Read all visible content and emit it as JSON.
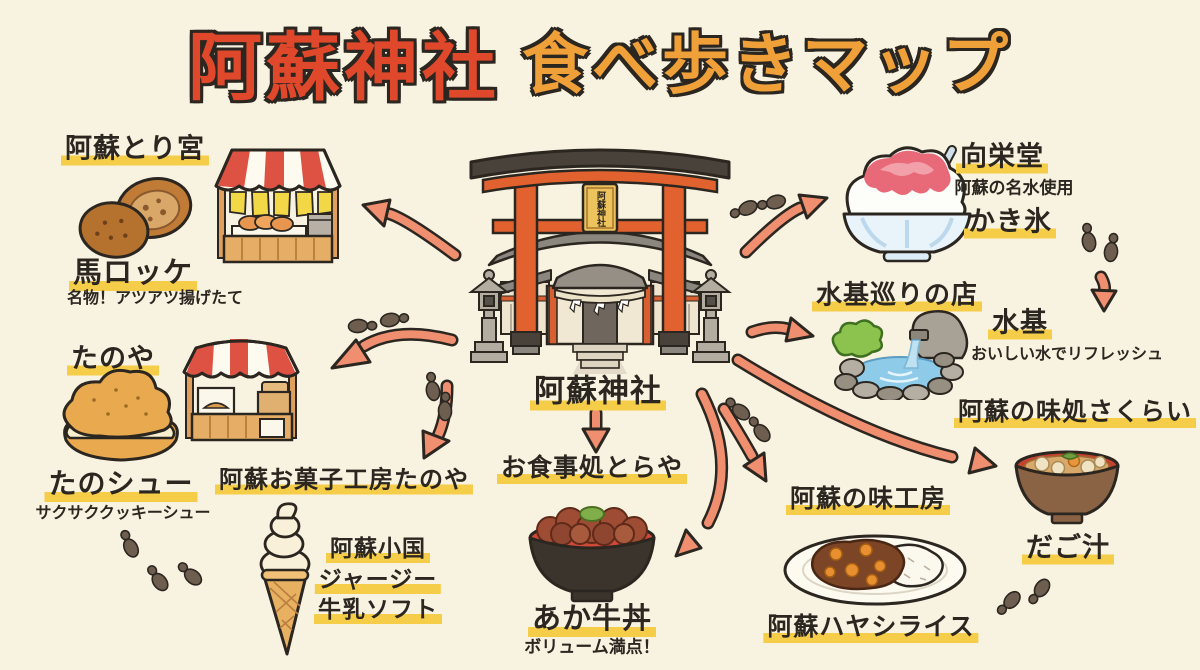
{
  "title": {
    "shrine": "阿蘇神社",
    "map": "食べ歩きマップ"
  },
  "shrine": {
    "label": "阿蘇神社",
    "plaque": "阿蘇神社"
  },
  "shops": {
    "torimiya": {
      "name": "阿蘇とり宮",
      "item": "馬ロッケ",
      "note": "名物！アツアツ揚げたて"
    },
    "tanoya": {
      "name": "たのや",
      "item": "たのシュー",
      "note": "サクサククッキーシュー"
    },
    "okashikobo": {
      "name": "阿蘇お菓子工房たのや",
      "line1": "阿蘇小国",
      "line2": "ジャージー",
      "line3": "牛乳ソフト"
    },
    "toraya": {
      "name": "お食事処とらや",
      "item": "あか牛丼",
      "note": "ボリューム満点！"
    },
    "koeido": {
      "name": "向栄堂",
      "note": "阿蘇の名水使用",
      "item": "かき氷"
    },
    "mizuki": {
      "name": "水基巡りの店",
      "item": "水基",
      "note": "おいしい水でリフレッシュ"
    },
    "sakurai": {
      "name": "阿蘇の味処さくらい",
      "item": "だご汁"
    },
    "ajikobo": {
      "name": "阿蘇の味工房",
      "item": "阿蘇ハヤシライス"
    }
  },
  "colors": {
    "background": "#f8f2e0",
    "highlight": "#f6cd48",
    "arrow": "#ef8f70",
    "outline": "#2b2620",
    "title_red": "#e0482c",
    "title_orange": "#f0a038",
    "torii_orange": "#e2622f"
  }
}
